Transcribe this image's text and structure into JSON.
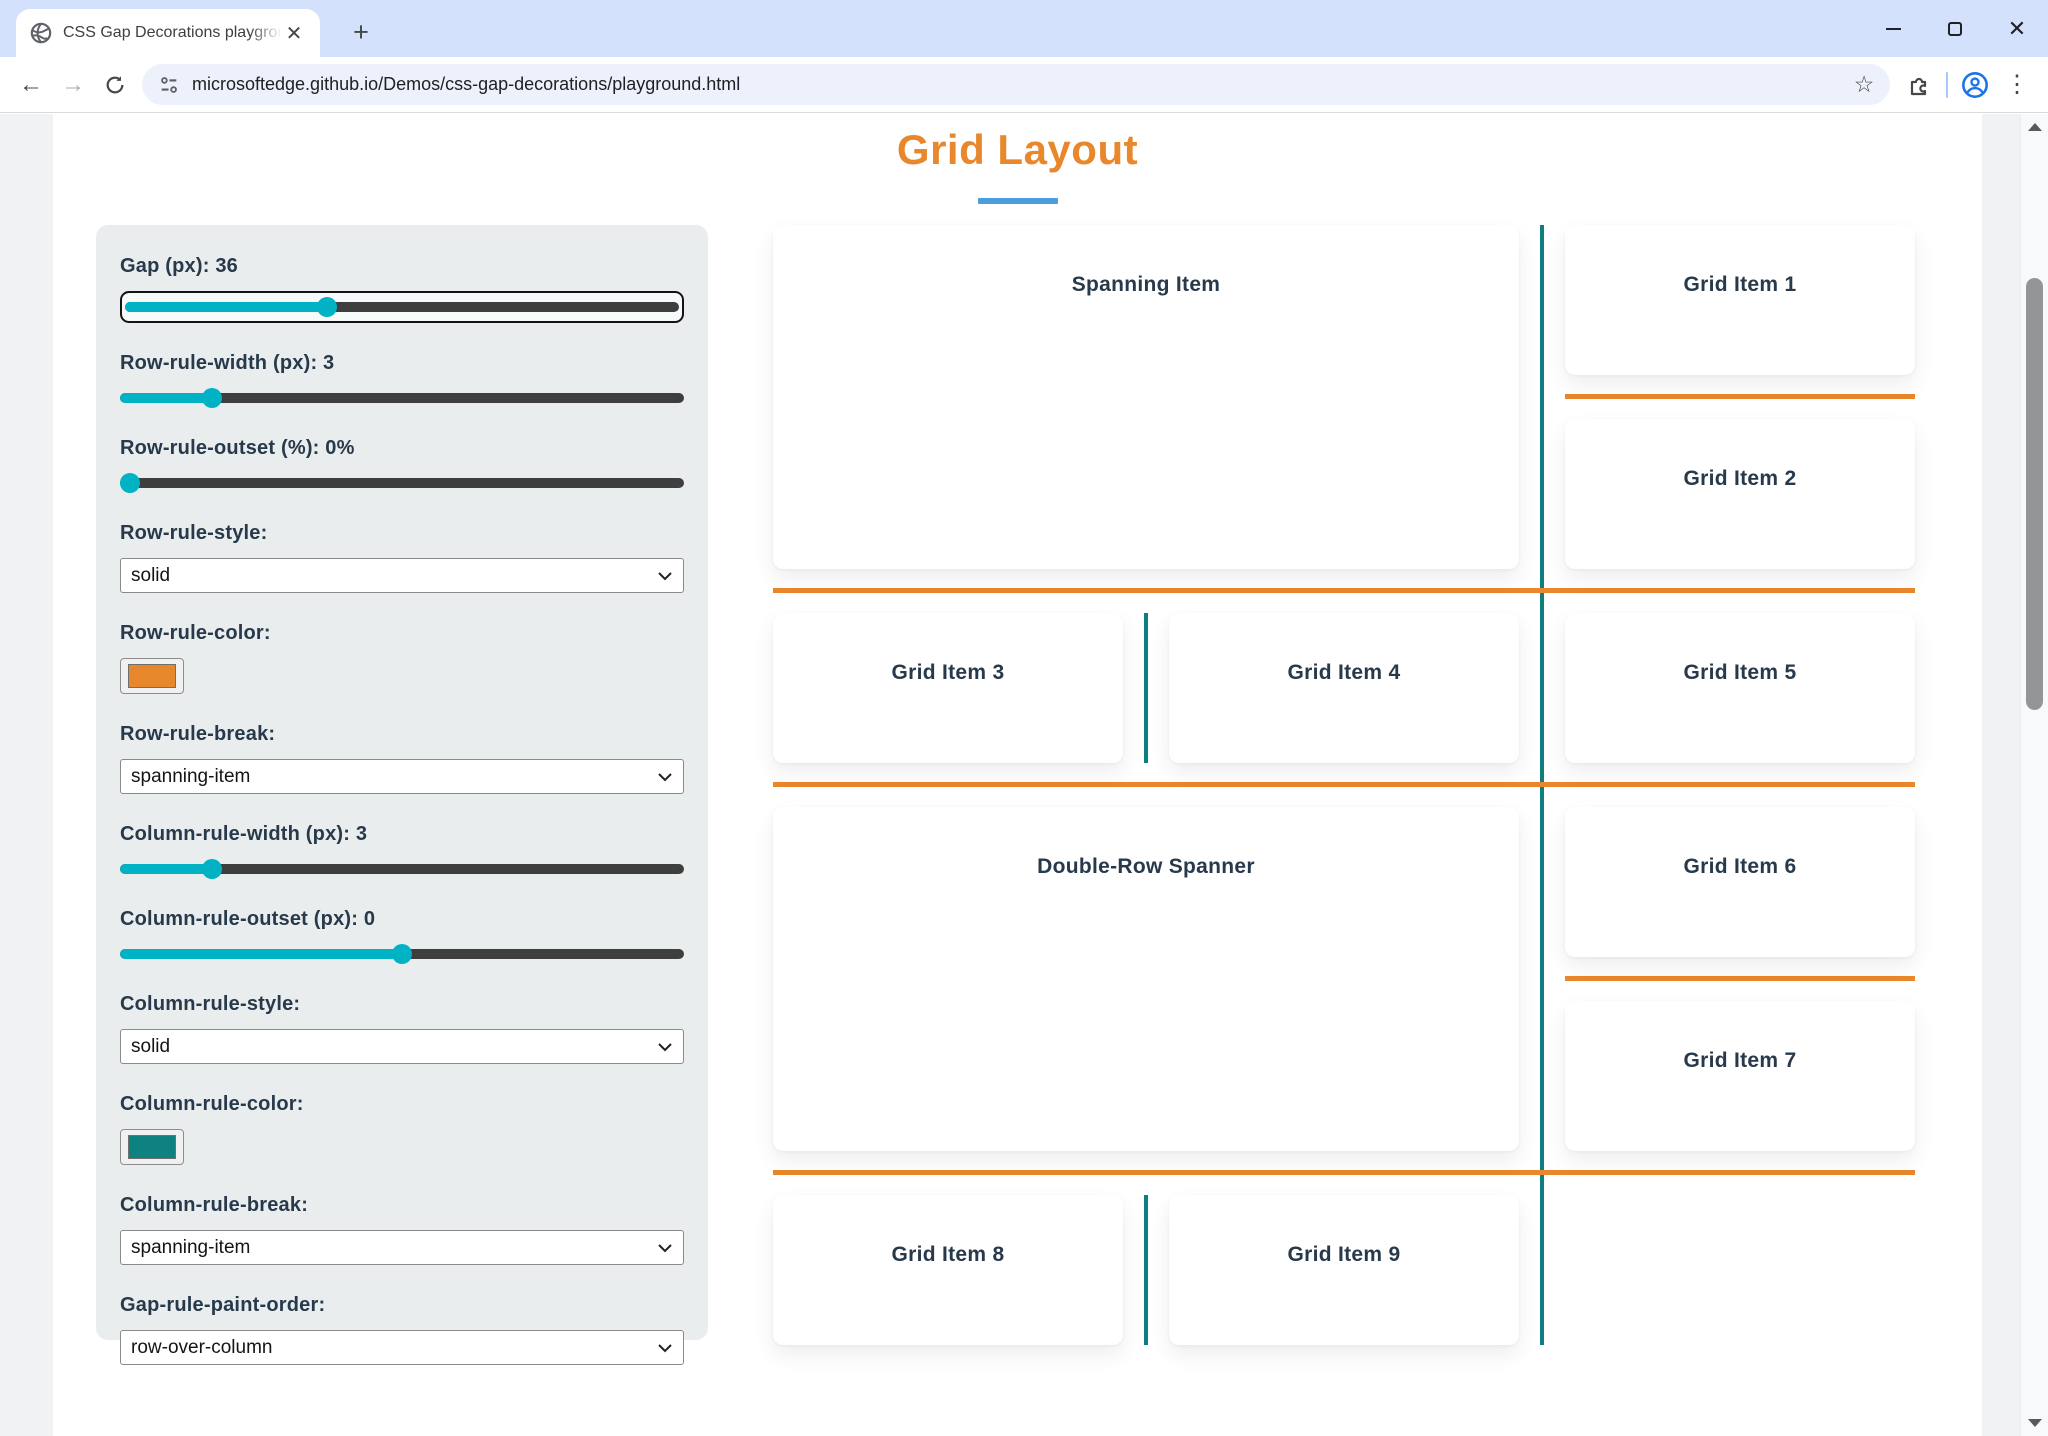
{
  "theme": {
    "titlebar_bg": "#d3e1fd",
    "accent_orange": "#e8872b",
    "underline_blue": "#4a9edb",
    "panel_bg": "#e9edee",
    "text_dark": "#27394b",
    "track_dark": "#3e3e3e",
    "slider_teal": "#00b2c4"
  },
  "browser": {
    "tab_title": "CSS Gap Decorations playgroun",
    "url": "microsoftedge.github.io/Demos/css-gap-decorations/playground.html"
  },
  "page": {
    "title": "Grid Layout"
  },
  "controls": [
    {
      "id": "gap",
      "label": "Gap (px): 36",
      "type": "slider",
      "value": 36,
      "percent": 36,
      "focused": true
    },
    {
      "id": "row-rule-width",
      "label": "Row-rule-width (px): 3",
      "type": "slider",
      "value": 3,
      "percent": 15
    },
    {
      "id": "row-rule-outset",
      "label": "Row-rule-outset (%): 0%",
      "type": "slider",
      "value": 0,
      "percent": 0
    },
    {
      "id": "row-rule-style",
      "label": "Row-rule-style:",
      "type": "select",
      "value": "solid"
    },
    {
      "id": "row-rule-color",
      "label": "Row-rule-color:",
      "type": "color",
      "color": "#e8882d"
    },
    {
      "id": "row-rule-break",
      "label": "Row-rule-break:",
      "type": "select",
      "value": "spanning-item"
    },
    {
      "id": "column-rule-width",
      "label": "Column-rule-width (px): 3",
      "type": "slider",
      "value": 3,
      "percent": 15
    },
    {
      "id": "column-rule-outset",
      "label": "Column-rule-outset (px): 0",
      "type": "slider",
      "value": 0,
      "percent": 50
    },
    {
      "id": "column-rule-style",
      "label": "Column-rule-style:",
      "type": "select",
      "value": "solid"
    },
    {
      "id": "column-rule-color",
      "label": "Column-rule-color:",
      "type": "color",
      "color": "#0e8181"
    },
    {
      "id": "column-rule-break",
      "label": "Column-rule-break:",
      "type": "select",
      "value": "spanning-item"
    },
    {
      "id": "gap-rule-paint-order",
      "label": "Gap-rule-paint-order:",
      "type": "select",
      "value": "row-over-column"
    }
  ],
  "grid": {
    "items": [
      "Spanning Item",
      "Grid Item 1",
      "Grid Item 2",
      "Grid Item 3",
      "Grid Item 4",
      "Grid Item 5",
      "Double-Row Spanner",
      "Grid Item 6",
      "Grid Item 7",
      "Grid Item 8",
      "Grid Item 9"
    ],
    "row_rule_color": "#e8872b",
    "column_rule_color": "#0d7f80"
  }
}
